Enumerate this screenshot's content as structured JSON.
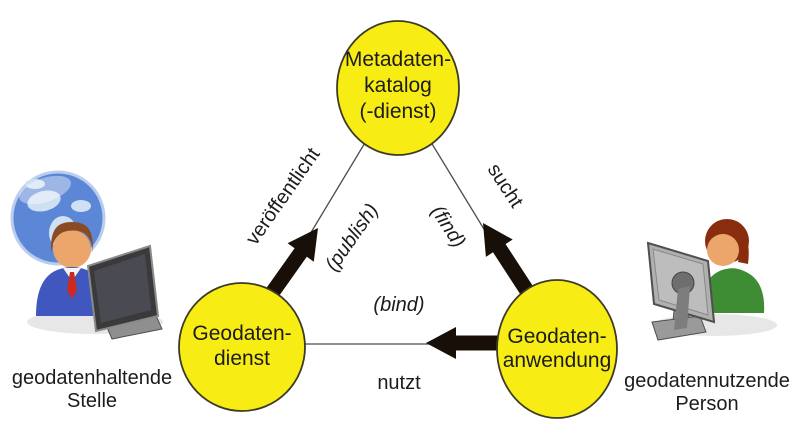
{
  "nodes": {
    "metadata_catalog": {
      "line1": "Metadaten-",
      "line2": "katalog",
      "line3": "(-dienst)"
    },
    "geodata_service": {
      "line1": "Geodaten-",
      "line2": "dienst"
    },
    "geodata_application": {
      "line1": "Geodaten-",
      "line2": "anwendung"
    }
  },
  "edges": {
    "publish": {
      "label": "veröffentlicht",
      "sublabel": "(publish)"
    },
    "find": {
      "label": "sucht",
      "sublabel": "(find)"
    },
    "bind": {
      "label": "nutzt",
      "sublabel": "(bind)"
    }
  },
  "actors": {
    "provider": {
      "label_line1": "geodatenhaltende",
      "label_line2": "Stelle",
      "icon": "globe-person-at-computer-icon"
    },
    "consumer": {
      "label_line1": "geodatennutzende",
      "label_line2": "Person",
      "icon": "person-at-computer-icon"
    }
  },
  "colors": {
    "background": "#ffffff",
    "node_fill": "#f8ec15",
    "node_stroke": "#3d3b25",
    "edge_line": "#4a4a4a",
    "arrow_fill": "#181008",
    "text": "#1c1c1c",
    "globe_ocean": "#5b87d6",
    "globe_land": "#cfe0f4",
    "suit_blue": "#3f57bf",
    "tie_red": "#cc2a1e",
    "hair_brown": "#8a4b22",
    "hair_auburn": "#8a2d0e",
    "skin": "#eca66b",
    "shirt_green": "#3e8c33",
    "monitor_dark": "#3a3a3a",
    "monitor_gray": "#b0b0b0"
  }
}
